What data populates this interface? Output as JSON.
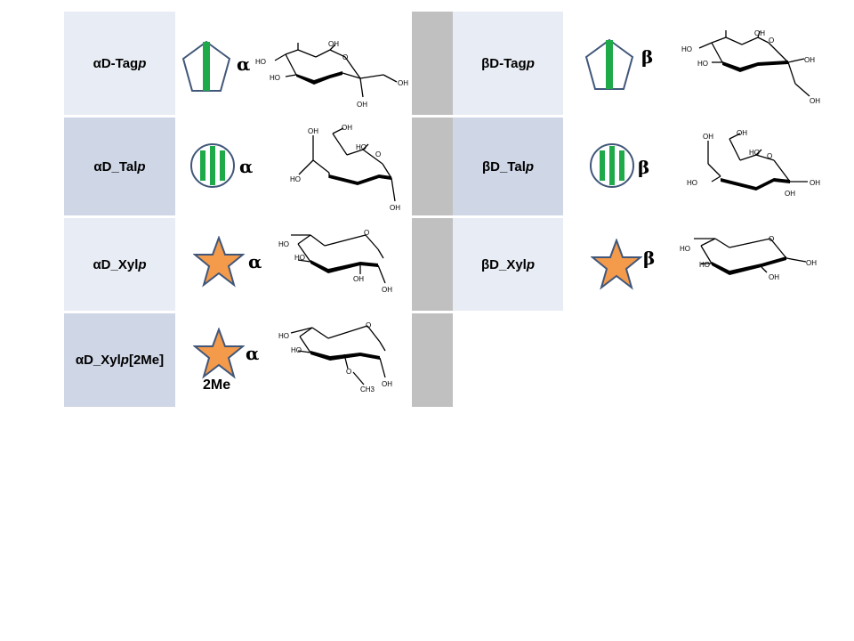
{
  "colors": {
    "light_row": "#e8ecf4",
    "dark_row": "#cfd6e6",
    "separator": "#c0c0c0",
    "outline": "#41577a",
    "tagatose_green": "#1faa4a",
    "xylose_orange": "#f39a4b"
  },
  "rows": [
    {
      "alpha": {
        "greek": "α",
        "name": "D-Tag",
        "ring": "p",
        "suffix": "",
        "anomer": "α",
        "symbol": "pentagon-bar-icon",
        "structure": "alpha-tagatopyranose-structure"
      },
      "beta": {
        "greek": "β",
        "name": "D-Tag",
        "ring": "p",
        "suffix": "",
        "anomer": "β",
        "symbol": "pentagon-bar-icon",
        "structure": "beta-tagatopyranose-structure"
      }
    },
    {
      "alpha": {
        "greek": "α",
        "name": "D_Tal",
        "ring": "p",
        "suffix": "",
        "anomer": "α",
        "symbol": "striped-circle-icon",
        "structure": "alpha-talopyranose-structure"
      },
      "beta": {
        "greek": "β",
        "name": "D_Tal",
        "ring": "p",
        "suffix": "",
        "anomer": "β",
        "symbol": "striped-circle-icon",
        "structure": "beta-talopyranose-structure"
      }
    },
    {
      "alpha": {
        "greek": "α",
        "name": "D_Xyl",
        "ring": "p",
        "suffix": "",
        "anomer": "α",
        "symbol": "orange-star-icon",
        "structure": "alpha-xylopyranose-structure"
      },
      "beta": {
        "greek": "β",
        "name": "D_Xyl",
        "ring": "p",
        "suffix": "",
        "anomer": "β",
        "symbol": "orange-star-icon",
        "structure": "beta-xylopyranose-structure"
      }
    },
    {
      "alpha": {
        "greek": "α",
        "name": "D_Xyl",
        "ring": "p",
        "suffix": "[2Me]",
        "anomer": "α",
        "symbol": "orange-star-icon",
        "symbol_label": "2Me",
        "structure": "alpha-2-O-methyl-xylopyranose-structure"
      }
    }
  ],
  "structure_labels": {
    "oh": "OH",
    "ho": "HO",
    "o": "O",
    "ch3": "CH3"
  }
}
